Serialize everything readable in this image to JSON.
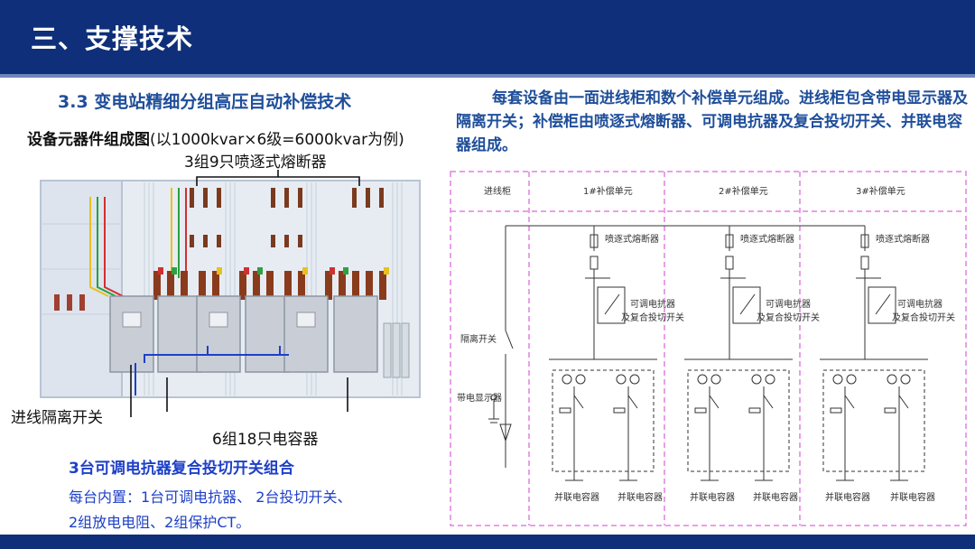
{
  "header": {
    "title": "三、支撑技术"
  },
  "left": {
    "subtitle": "3.3 变电站精细分组高压自动补偿技术",
    "caption_bold": "设备元器件组成图",
    "caption_rest": "(以1000kvar×6级=6000kvar为例)",
    "label_fuses": "3组9只喷逐式熔断器",
    "label_switch": "进线隔离开关",
    "label_caps": "6组18只电容器",
    "reactor_title": "3台可调电抗器复合投切开关组合",
    "reactor_line1": "每台内置：1台可调电抗器、 2台投切开关、",
    "reactor_line2": "2组放电电阻、2组保护CT。"
  },
  "right": {
    "description": "每套设备由一面进线柜和数个补偿单元组成。进线柜包含带电显示器及隔离开关；补偿柜由喷逐式熔断器、可调电抗器及复合投切开关、并联电容器组成。"
  },
  "diagram": {
    "cabinet_in": "进线柜",
    "units": [
      "1#补偿单元",
      "2#补偿单元",
      "3#补偿单元"
    ],
    "fuse": "喷逐式熔断器",
    "reactor_a": "可调电抗器",
    "reactor_b": "及复合投切开关",
    "isolator": "隔离开关",
    "indicator": "带电显示器",
    "capacitor": "并联电容器"
  }
}
